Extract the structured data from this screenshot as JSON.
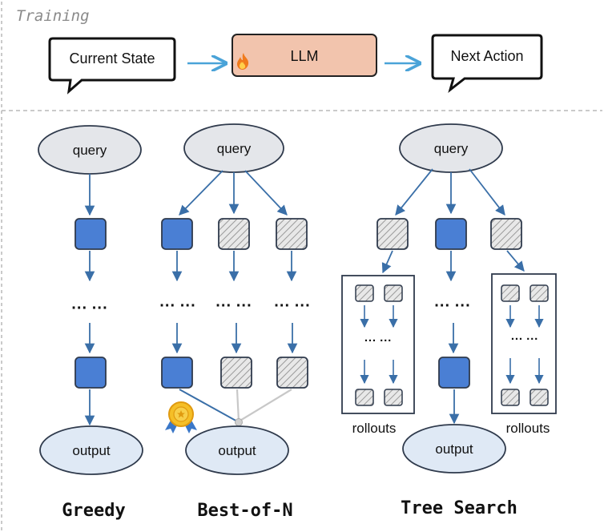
{
  "training": {
    "label": "Training",
    "current_state": "Current State",
    "llm": "LLM",
    "next_action": "Next Action",
    "fire_icon": "fire-icon"
  },
  "greedy": {
    "query": "query",
    "ellipsis": "··· ···",
    "output": "output",
    "title": "Greedy"
  },
  "best_of_n": {
    "query": "query",
    "ellipsis": "··· ···",
    "output": "output",
    "title": "Best-of-N",
    "medal_icon": "award-medal-icon"
  },
  "tree_search": {
    "query": "query",
    "ellipsis": "··· ···",
    "output": "output",
    "rollouts_left": "rollouts",
    "rollouts_right": "rollouts",
    "title": "Tree Search"
  },
  "colors": {
    "selected_node": "#4a7fd4",
    "node_stroke": "#2f3a4c",
    "arrow": "#3a6fa8",
    "query_fill": "#e4e6ea",
    "output_fill": "#dfe9f5",
    "llm_fill": "#f2c4ad",
    "training_arrow": "#4aa3d8"
  }
}
